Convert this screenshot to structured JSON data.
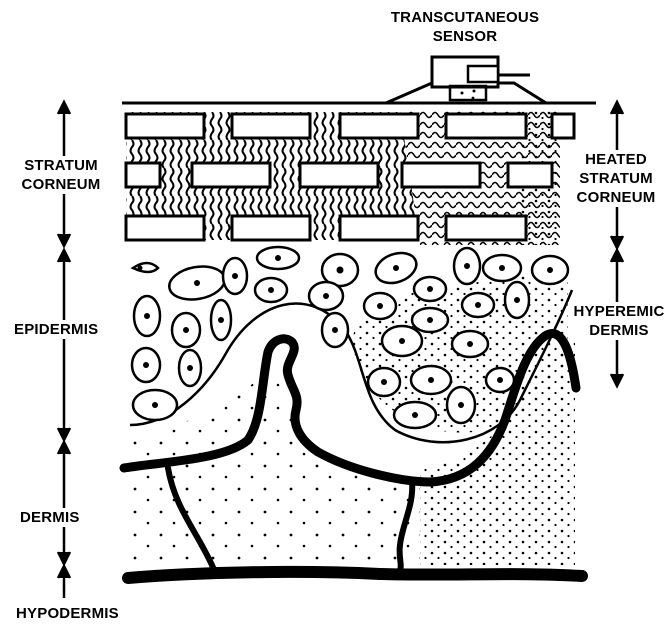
{
  "labels": {
    "sensor": [
      "TRANSCUTANEOUS",
      "SENSOR"
    ],
    "stratum_corneum": [
      "STRATUM",
      "CORNEUM"
    ],
    "heated_stratum_corneum": [
      "HEATED",
      "STRATUM",
      "CORNEUM"
    ],
    "epidermis": "EPIDERMIS",
    "hyperemic_dermis": [
      "HYPEREMIC",
      "DERMIS"
    ],
    "dermis": "DERMIS",
    "hypodermis": "HYPODERMIS"
  },
  "colors": {
    "ink": "#000000",
    "background": "#ffffff"
  }
}
